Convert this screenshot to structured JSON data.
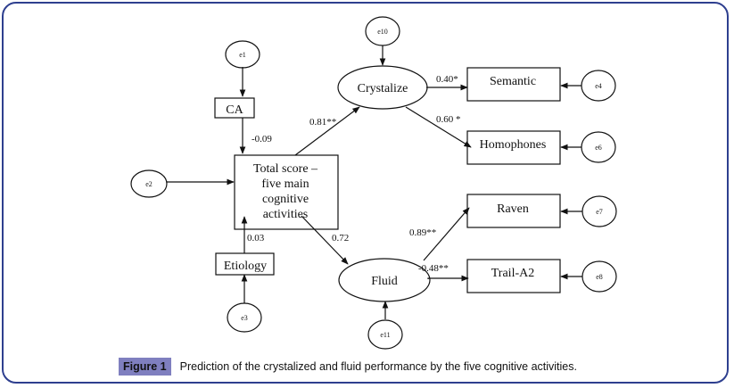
{
  "figure": {
    "label": "Figure 1",
    "caption": "Prediction of the crystalized and fluid performance by the five cognitive activities.",
    "colors": {
      "border": "#2e3f8f",
      "label_bg": "#7f7fbf"
    }
  },
  "nodes": {
    "e1": "e1",
    "e2": "e2",
    "e3": "e3",
    "e4": "e4",
    "e6": "e6",
    "e7": "e7",
    "e8": "e8",
    "e10": "e10",
    "e11": "e11",
    "ca": "CA",
    "etiology": "Etiology",
    "total_lines": [
      "Total score –",
      "five main",
      "cognitive",
      "activities"
    ],
    "crystalize": "Crystalize",
    "fluid": "Fluid",
    "semantic": "Semantic",
    "homophones": "Homophones",
    "raven": "Raven",
    "trail": "Trail-A2"
  },
  "paths": {
    "ca_total": "-0.09",
    "etiology_total": "0.03",
    "total_crystalize": "0.81**",
    "total_fluid": "0.72",
    "crystalize_semantic": "0.40*",
    "crystalize_homophones": "0.60 *",
    "fluid_raven": "0.89**",
    "fluid_trail": "-0.48**"
  }
}
